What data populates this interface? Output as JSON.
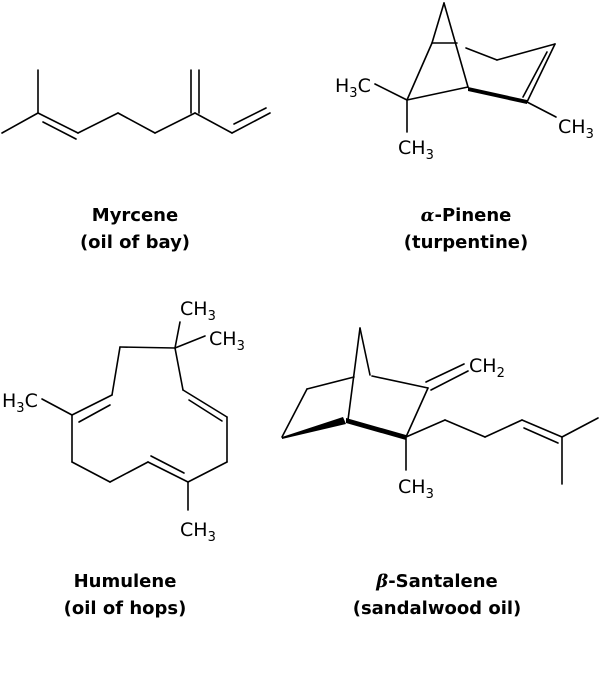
{
  "molecules": [
    {
      "name": "Myrcene",
      "source": "(oil of bay)"
    },
    {
      "name": "-Pinene",
      "greek": "α",
      "source": "(turpentine)"
    },
    {
      "name": "Humulene",
      "source": "(oil of hops)"
    },
    {
      "name": "-Santalene",
      "greek": "β",
      "source": "(sandalwood oil)"
    }
  ],
  "groups": {
    "ch": "CH",
    "h3c": "H",
    "c": "C",
    "sub3": "3",
    "sub2": "2"
  },
  "colors": {
    "line": "#000000",
    "background": "#ffffff"
  }
}
